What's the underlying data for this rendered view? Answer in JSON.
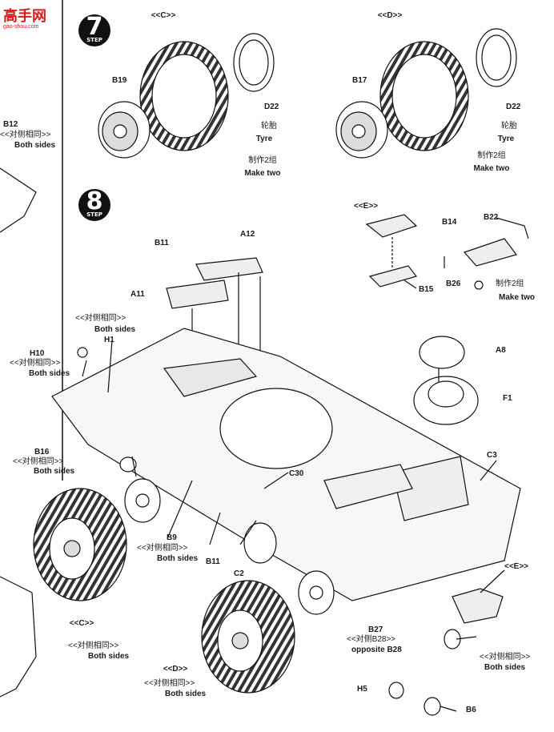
{
  "watermark": {
    "logo_text": "高手网",
    "url": "gao-shou.com"
  },
  "steps": [
    {
      "number": "7",
      "word": "STEP"
    },
    {
      "number": "8",
      "word": "STEP"
    }
  ],
  "labels": {
    "c_top": "<<C>>",
    "d_top": "<<D>>",
    "b19": "B19",
    "d22_left": "D22",
    "tyre_cn_left": "轮胎",
    "tyre_en_left": "Tyre",
    "make2_cn_left": "制作2组",
    "make2_en_left": "Make two",
    "b17": "B17",
    "d22_right": "D22",
    "tyre_cn_right": "轮胎",
    "tyre_en_right": "Tyre",
    "make2_cn_right": "制作2组",
    "make2_en_right": "Make two",
    "b12": "B12",
    "b12_cn": "<<对侧相同>>",
    "b12_en": "Both sides",
    "b11_top": "B11",
    "a12": "A12",
    "a11": "A11",
    "e_top": "<<E>>",
    "b14": "B14",
    "b22": "B22",
    "b15": "B15",
    "b26": "B26",
    "make2_cn_e": "制作2组",
    "make2_en_e": "Make two",
    "h1_cn": "<<对侧相同>>",
    "h1_en": "Both sides",
    "h1": "H1",
    "h10": "H10",
    "h10_cn": "<<对侧相同>>",
    "h10_en": "Both sides",
    "a8": "A8",
    "f1": "F1",
    "b16": "B16",
    "b16_cn": "<<对侧相同>>",
    "b16_en": "Both sides",
    "c3": "C3",
    "c30": "C30",
    "b9": "B9",
    "b9_cn": "<<对侧相同>>",
    "b9_en": "Both sides",
    "b11_bottom": "B11",
    "c2": "C2",
    "e_bottom": "<<E>>",
    "c_bottom": "<<C>>",
    "c_bottom_cn": "<<对侧相同>>",
    "c_bottom_en": "Both sides",
    "b27": "B27",
    "b27_cn": "<<对侧B28>>",
    "b27_en": "opposite B28",
    "e_bottom_cn": "<<对侧相同>>",
    "e_bottom_en": "Both sides",
    "d_bottom": "<<D>>",
    "d_bottom_cn": "<<对侧相同>>",
    "d_bottom_en": "Both sides",
    "h5": "H5",
    "b6": "B6"
  }
}
